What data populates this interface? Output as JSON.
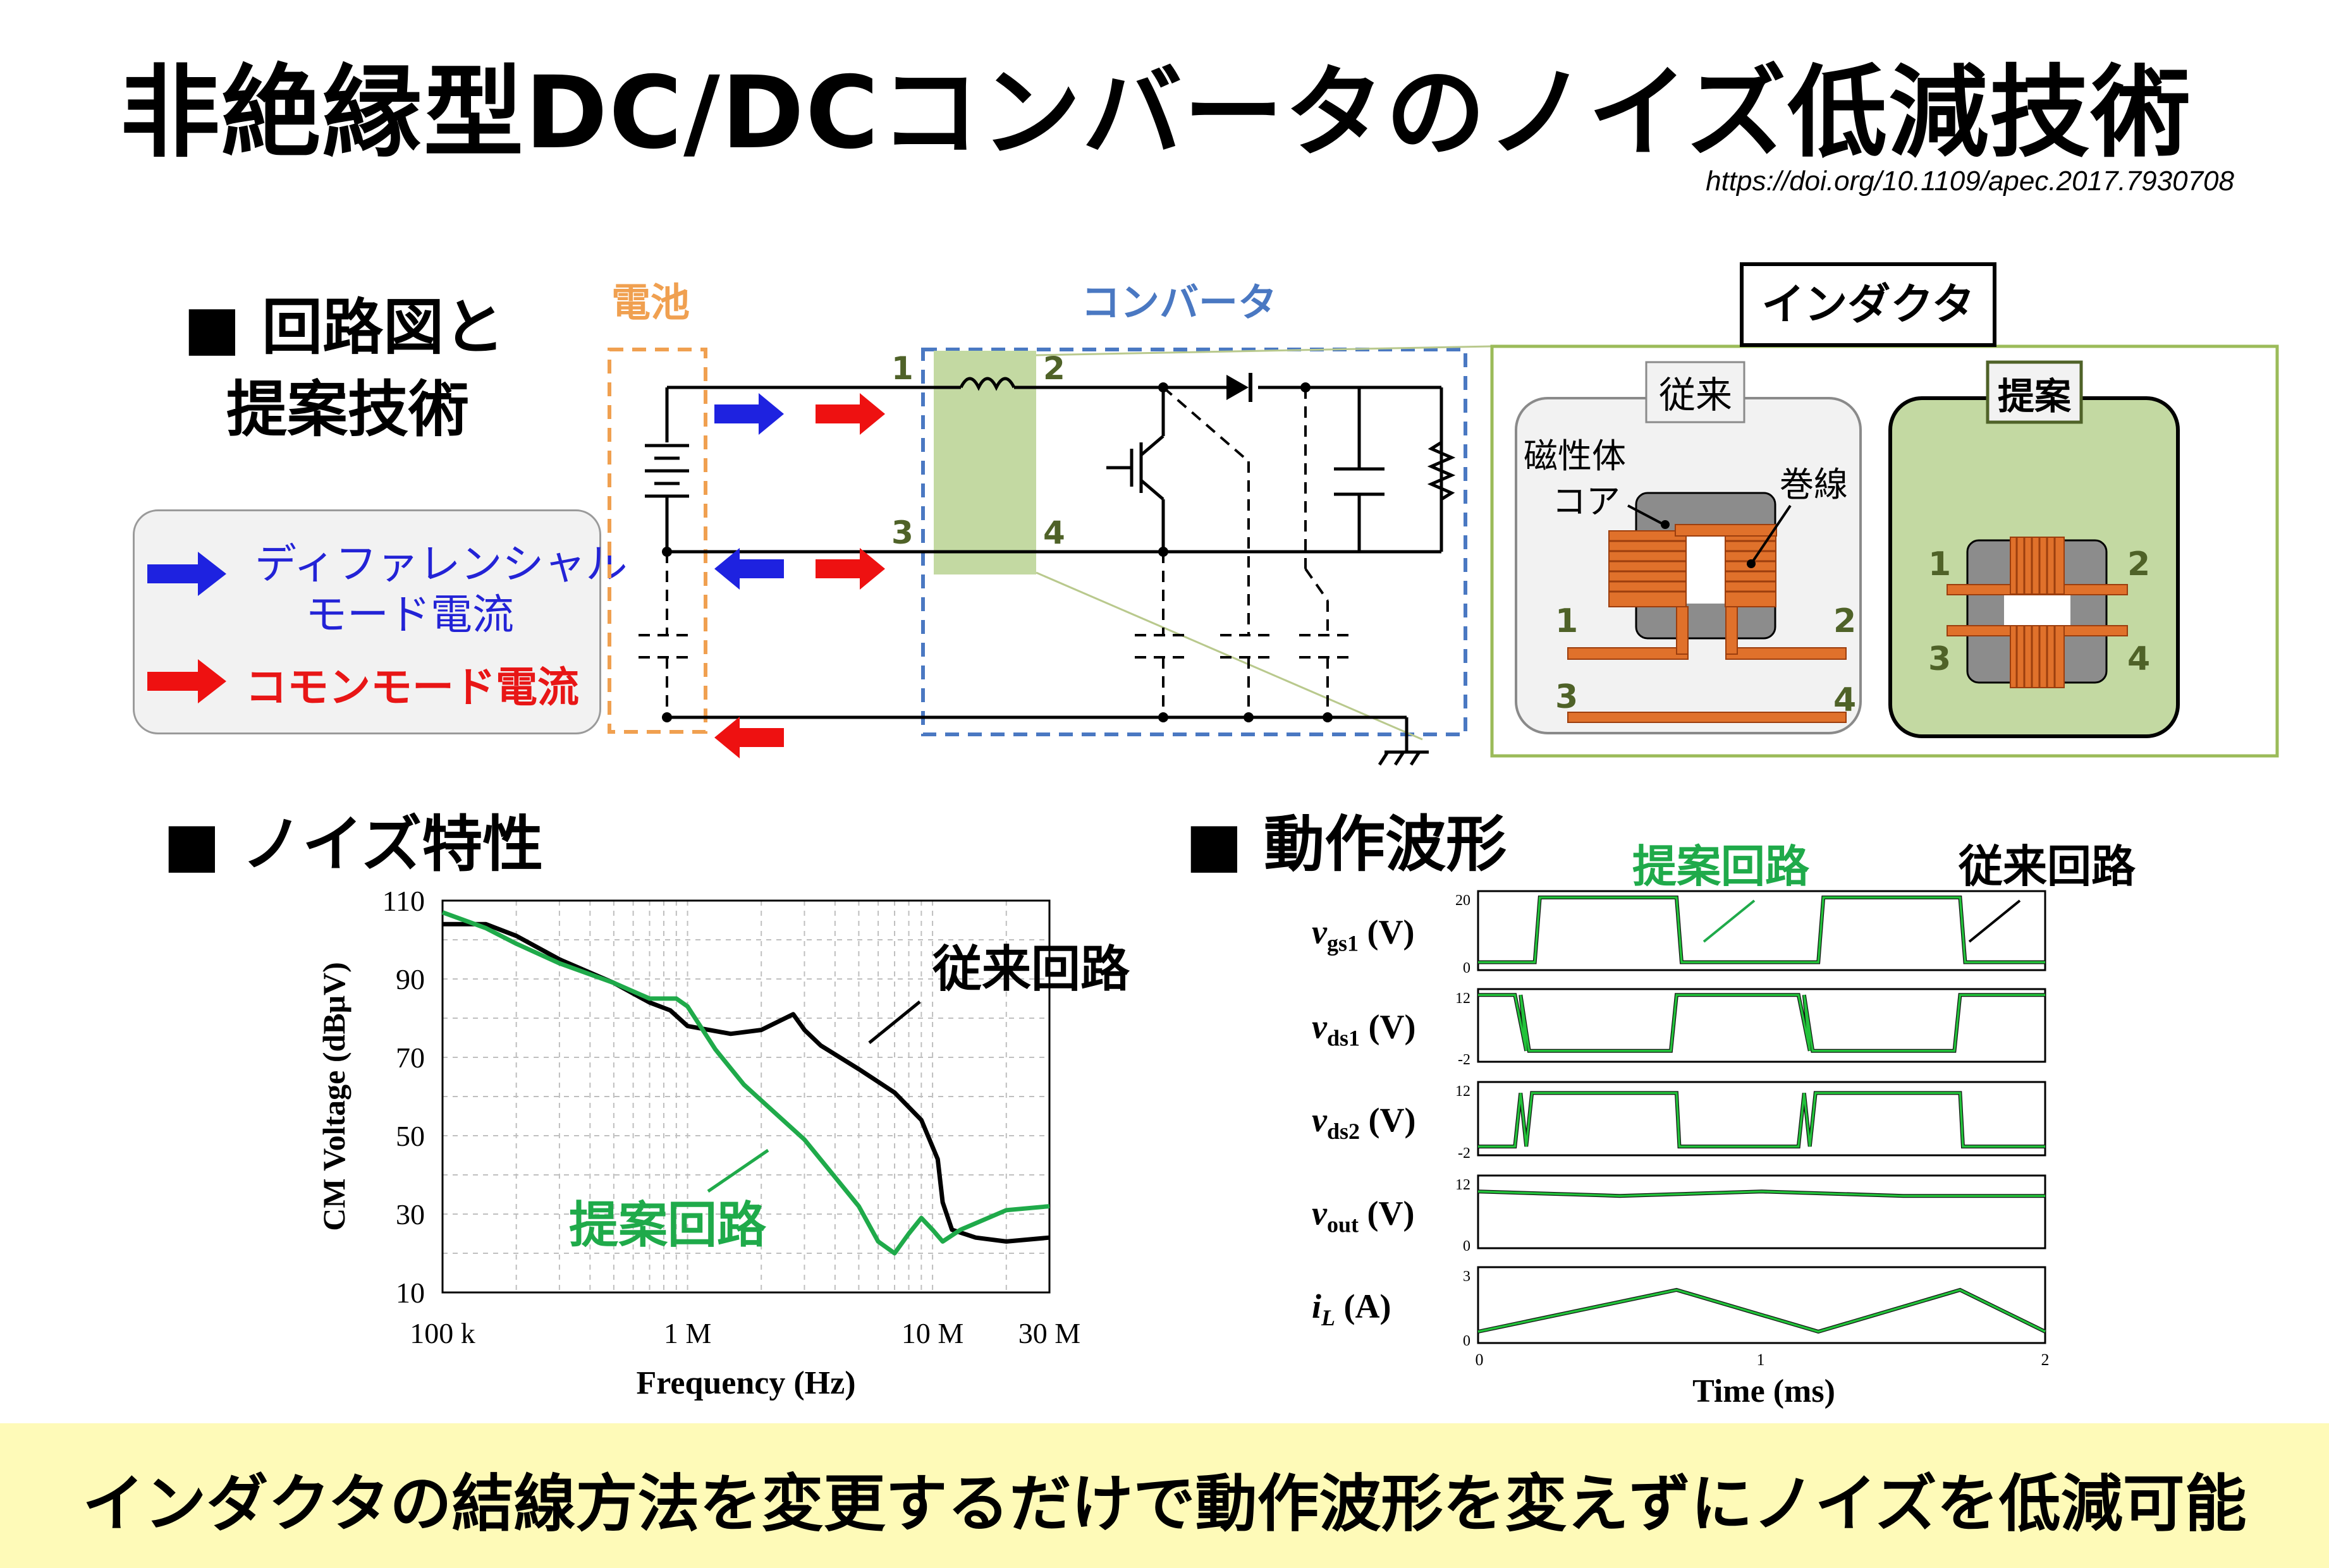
{
  "title": "非絶縁型DC/DCコンバータのノイズ低減技術",
  "doi": "https://doi.org/10.1109/apec.2017.7930708",
  "circuit_section": {
    "heading_line1": "■ 回路図と",
    "heading_line2": "提案技術",
    "battery_label": "電池",
    "converter_label": "コンバータ",
    "node_labels": [
      "1",
      "2",
      "3",
      "4"
    ],
    "legend": {
      "differential_line1": "ディファレンシャル",
      "differential_line2": "モード電流",
      "common_mode": "コモンモード電流"
    }
  },
  "inductor_section": {
    "title": "インダクタ",
    "conventional_label": "従来",
    "proposed_label": "提案",
    "core_label_line1": "磁性体",
    "core_label_line2": "コア",
    "winding_label": "巻線",
    "terminal_labels": [
      "1",
      "2",
      "3",
      "4"
    ]
  },
  "noise_section": {
    "heading": "■ ノイズ特性",
    "conventional_label": "従来回路",
    "proposed_label": "提案回路"
  },
  "waveform_section": {
    "heading": "■ 動作波形",
    "proposed_label": "提案回路",
    "conventional_label": "従来回路",
    "panel_labels": [
      "vgs1 (V)",
      "vds1 (V)",
      "vds2 (V)",
      "vout (V)",
      "iL (A)"
    ],
    "panel_ticks": [
      [
        "20",
        "0"
      ],
      [
        "12",
        "-2"
      ],
      [
        "12",
        "-2"
      ],
      [
        "12",
        "0"
      ],
      [
        "3",
        "0"
      ]
    ],
    "x_ticks": [
      "0",
      "1",
      "2"
    ],
    "x_label": "Time (ms)"
  },
  "chart_data": {
    "type": "line",
    "xlabel": "Frequency  (Hz)",
    "ylabel": "CM Voltage (dBμV)",
    "x_scale": "log",
    "xlim": [
      100000,
      30000000
    ],
    "ylim": [
      10,
      110
    ],
    "x_ticks": [
      "100 k",
      "1 M",
      "10 M",
      "30 M"
    ],
    "y_ticks": [
      "110",
      "90",
      "70",
      "50",
      "30",
      "10"
    ],
    "grid": true,
    "series": [
      {
        "name": "従来回路",
        "color": "#000000",
        "x": [
          100000,
          150000,
          200000,
          300000,
          500000,
          700000,
          850000,
          1000000,
          1500000,
          2000000,
          2700000,
          3000000,
          3500000,
          5000000,
          7000000,
          9000000,
          10500000,
          11000000,
          12000000,
          15000000,
          20000000,
          30000000
        ],
        "y": [
          104,
          104,
          101,
          95,
          89,
          84,
          82,
          78,
          76,
          77,
          81,
          77,
          73,
          67,
          61,
          54,
          44,
          33,
          26,
          24,
          23,
          24
        ]
      },
      {
        "name": "提案回路",
        "color": "#1faa4a",
        "x": [
          100000,
          150000,
          200000,
          300000,
          500000,
          700000,
          900000,
          1000000,
          1300000,
          1700000,
          2000000,
          3000000,
          5000000,
          6000000,
          7000000,
          8000000,
          9000000,
          10000000,
          11000000,
          13000000,
          20000000,
          30000000
        ],
        "y": [
          107,
          103,
          99,
          94,
          89,
          85,
          85,
          83,
          72,
          63,
          59,
          49,
          32,
          23,
          20,
          25,
          29,
          26,
          23,
          26,
          31,
          32
        ]
      }
    ]
  }
}
